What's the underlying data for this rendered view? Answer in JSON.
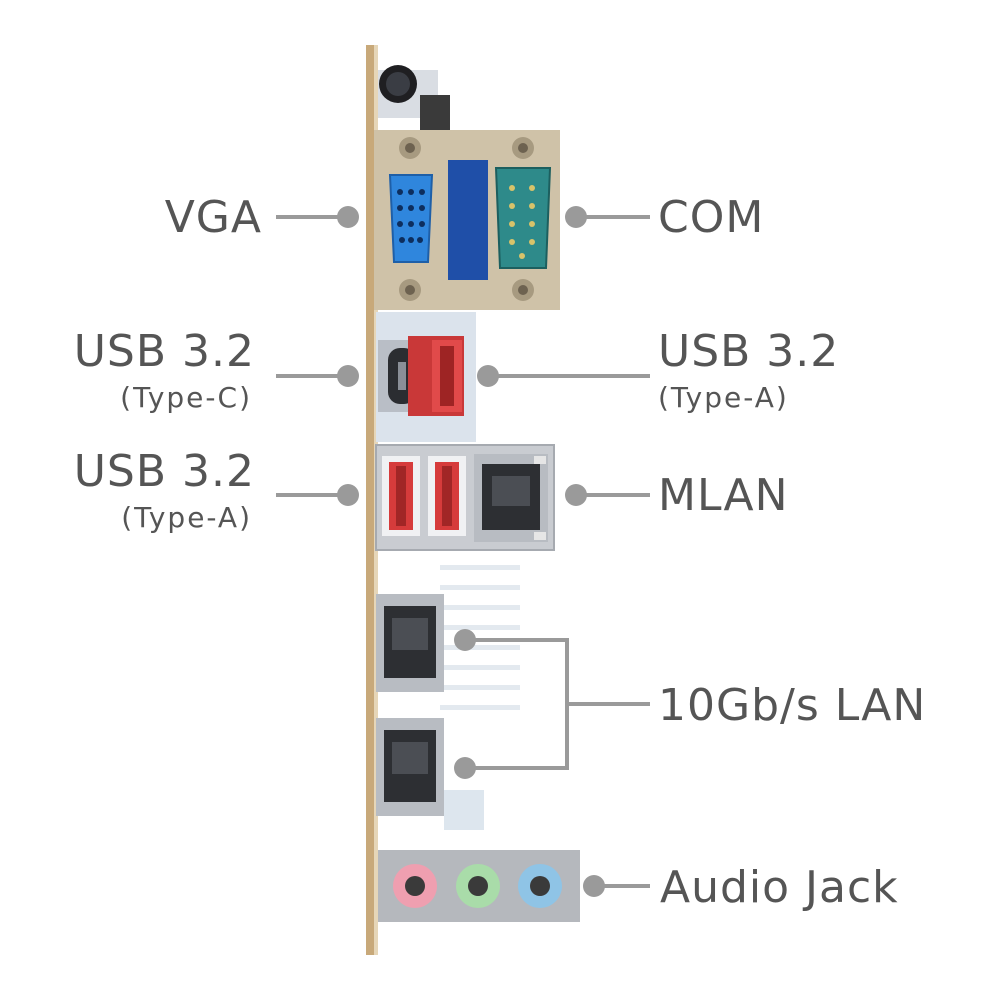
{
  "labels": {
    "vga": "VGA",
    "com": "COM",
    "usb_c": {
      "title": "USB 3.2",
      "sub": "(Type-C)"
    },
    "usb_a_right": {
      "title": "USB 3.2",
      "sub": "(Type-A)"
    },
    "usb_a_left": {
      "title": "USB 3.2",
      "sub": "(Type-A)"
    },
    "mlan": "MLAN",
    "lan10g": "10Gb/s LAN",
    "audio": "Audio Jack"
  },
  "colors": {
    "label_text": "#555555",
    "leader": "#9a9a9a",
    "board_edge": "#c8a97a",
    "vga_blue": "#2f86dd",
    "com_teal": "#2e8a8a",
    "usb_red": "#d83a3a",
    "audio_pink": "#ef9fb0",
    "audio_green": "#a9dca9",
    "audio_blue": "#8fc4e6"
  }
}
